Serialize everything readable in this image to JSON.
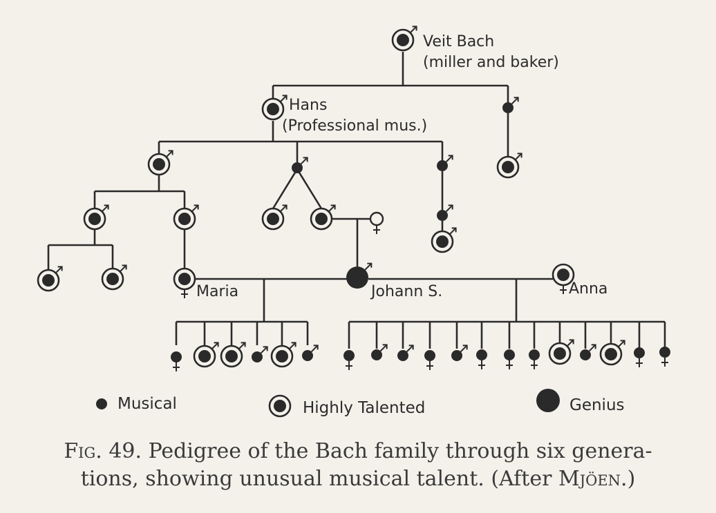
{
  "labels": {
    "veit_name": "Veit Bach",
    "veit_note": "(miller and baker)",
    "hans_name": "Hans",
    "hans_note": "(Professional mus.)",
    "maria": "Maria",
    "johann": "Johann S.",
    "anna": "Anna"
  },
  "legend": {
    "musical": "Musical",
    "talented": "Highly Talented",
    "genius": "Genius"
  },
  "caption": {
    "fig": "Fig. 49.",
    "line1_rest": "Pedigree of the Bach family through six genera-",
    "line2": "tions, showing unusual musical talent. (After",
    "author": "Mjöen",
    "end": ".)"
  },
  "colors": {
    "ink": "#2a2a2a",
    "paper": "#f3f1ea"
  }
}
